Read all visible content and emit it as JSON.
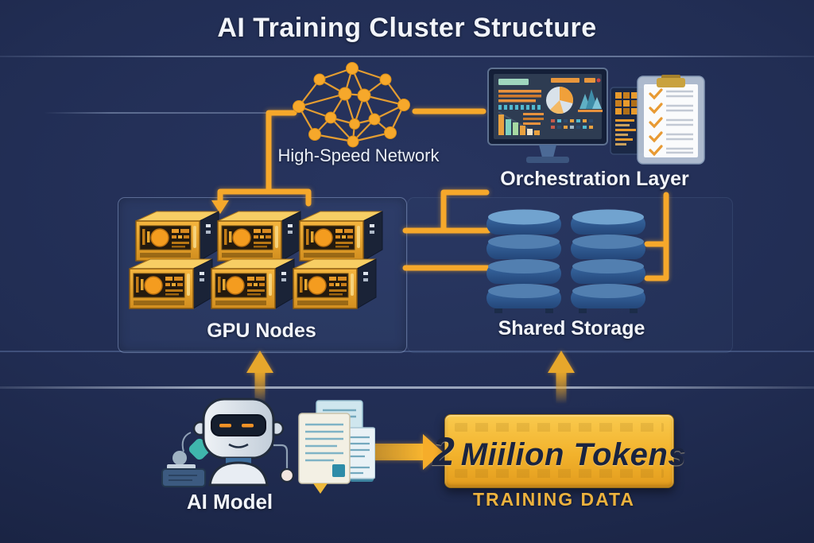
{
  "title": "AI Training Cluster Structure",
  "network": {
    "label": "High-Speed Network"
  },
  "orchestration": {
    "label": "Orchestration Layer"
  },
  "gpu": {
    "label": "GPU Nodes",
    "node_count": 6
  },
  "storage": {
    "label": "Shared Storage",
    "stack_count": 2
  },
  "model": {
    "label": "AI Model"
  },
  "training_data": {
    "caption": "TRAINING DATA",
    "token_value": "2",
    "token_unit": "Miilion Tokens"
  },
  "colors": {
    "background": "#212d53",
    "accent": "#f6a82b",
    "panel_border": "#aac0e8",
    "storage_blue": "#2e5e99",
    "token_gold": "#f2b22c",
    "caption_gold": "#ecb23e"
  }
}
